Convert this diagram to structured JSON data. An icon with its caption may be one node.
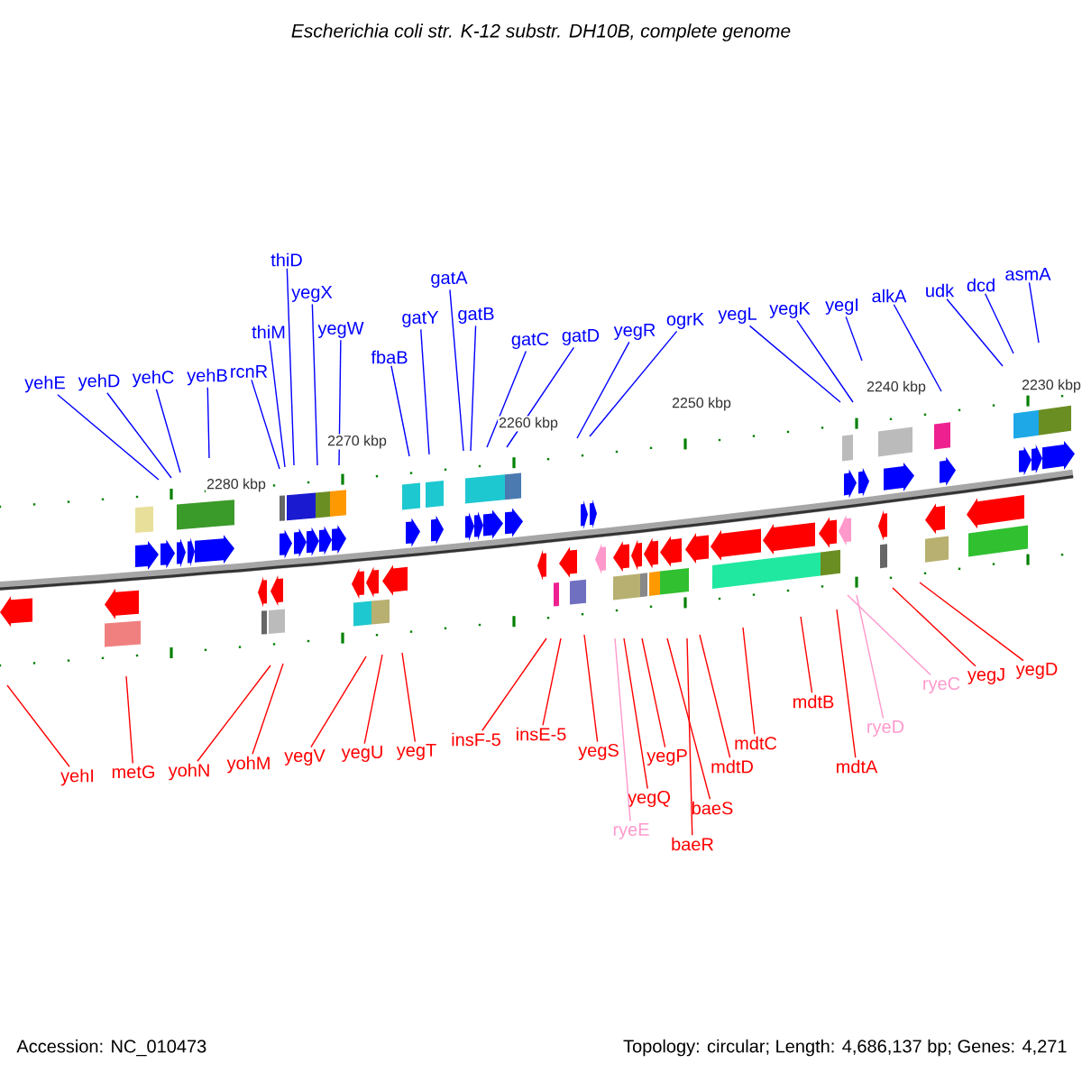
{
  "diagram": {
    "title": "Escherichia coli str. K-12 substr. DH10B, complete genome",
    "nodes": [
      {
        "text": [
          "yehE"
        ]
      },
      {
        "text": [
          "yehD"
        ]
      },
      {
        "text": [
          "yehC"
        ]
      },
      {
        "text": [
          "yehB"
        ]
      },
      {
        "text": [
          "rcnR"
        ]
      },
      {
        "text": [
          "thiM"
        ]
      },
      {
        "text": [
          "thiD"
        ]
      },
      {
        "text": [
          "yegX"
        ]
      },
      {
        "text": [
          "yegW"
        ]
      },
      {
        "text": [
          "fbaB"
        ]
      },
      {
        "text": [
          "gatY"
        ]
      },
      {
        "text": [
          "gatA"
        ]
      },
      {
        "text": [
          "gatB"
        ]
      },
      {
        "text": [
          "gatC"
        ]
      },
      {
        "text": [
          "gatD"
        ]
      },
      {
        "text": [
          "yegR"
        ]
      },
      {
        "text": [
          "ogrK"
        ]
      },
      {
        "text": [
          "yegL"
        ]
      },
      {
        "text": [
          "yegK"
        ]
      },
      {
        "text": [
          "yegI"
        ]
      },
      {
        "text": [
          "alkA"
        ]
      },
      {
        "text": [
          "udk"
        ]
      },
      {
        "text": [
          "dcd"
        ]
      },
      {
        "text": [
          "asmA"
        ]
      },
      {
        "text": [
          "yehI"
        ]
      },
      {
        "text": [
          "metG"
        ]
      },
      {
        "text": [
          "yohN"
        ]
      },
      {
        "text": [
          "yohM"
        ]
      },
      {
        "text": [
          "yegV"
        ]
      },
      {
        "text": [
          "yegU"
        ]
      },
      {
        "text": [
          "yegT"
        ]
      },
      {
        "text": [
          "insF-5"
        ]
      },
      {
        "text": [
          "insE-5"
        ]
      },
      {
        "text": [
          "yegS"
        ]
      },
      {
        "text": [
          "ryeE"
        ]
      },
      {
        "text": [
          "yegQ"
        ]
      },
      {
        "text": [
          "yegP"
        ]
      },
      {
        "text": [
          "baeR"
        ]
      },
      {
        "text": [
          "baeS"
        ]
      },
      {
        "text": [
          "mdtD"
        ]
      },
      {
        "text": [
          "mdtC"
        ]
      },
      {
        "text": [
          "mdtB"
        ]
      },
      {
        "text": [
          "mdtA"
        ]
      },
      {
        "text": [
          "ryeD"
        ]
      },
      {
        "text": [
          "ryeC"
        ]
      },
      {
        "text": [
          "yegJ"
        ]
      },
      {
        "text": [
          "yegD"
        ]
      }
    ],
    "edges": [
      {
        "from": 0,
        "to": null,
        "arrow": "none"
      },
      {
        "from": 1,
        "to": null,
        "arrow": "none"
      },
      {
        "from": 2,
        "to": null,
        "arrow": "none"
      },
      {
        "from": 3,
        "to": null,
        "arrow": "none"
      },
      {
        "from": 4,
        "to": null,
        "arrow": "none"
      },
      {
        "from": 5,
        "to": null,
        "arrow": "none"
      },
      {
        "from": 6,
        "to": null,
        "arrow": "none"
      },
      {
        "from": 7,
        "to": null,
        "arrow": "none"
      },
      {
        "from": 8,
        "to": null,
        "arrow": "none"
      },
      {
        "from": 9,
        "to": null,
        "arrow": "none"
      },
      {
        "from": 10,
        "to": null,
        "arrow": "none"
      },
      {
        "from": 11,
        "to": null,
        "arrow": "none"
      },
      {
        "from": 12,
        "to": null,
        "arrow": "none"
      },
      {
        "from": 13,
        "to": null,
        "arrow": "none"
      },
      {
        "from": 14,
        "to": null,
        "arrow": "none"
      },
      {
        "from": 15,
        "to": null,
        "arrow": "none"
      },
      {
        "from": 16,
        "to": null,
        "arrow": "none"
      },
      {
        "from": 17,
        "to": null,
        "arrow": "none"
      },
      {
        "from": 18,
        "to": null,
        "arrow": "none"
      },
      {
        "from": 19,
        "to": null,
        "arrow": "none"
      },
      {
        "from": 20,
        "to": null,
        "arrow": "none"
      },
      {
        "from": 21,
        "to": null,
        "arrow": "none"
      },
      {
        "from": 22,
        "to": null,
        "arrow": "none"
      },
      {
        "from": 23,
        "to": null,
        "arrow": "none"
      },
      {
        "from": 24,
        "to": null,
        "arrow": "none",
        "color": "#ff0000"
      },
      {
        "from": 25,
        "to": null,
        "arrow": "none",
        "color": "#ff0000"
      },
      {
        "from": 26,
        "to": null,
        "arrow": "none",
        "color": "#ff0000"
      },
      {
        "from": 27,
        "to": null,
        "arrow": "none",
        "color": "#ff0000"
      },
      {
        "from": 28,
        "to": null,
        "arrow": "none",
        "color": "#ff0000"
      },
      {
        "from": 29,
        "to": null,
        "arrow": "none",
        "color": "#ff0000"
      },
      {
        "from": 30,
        "to": null,
        "arrow": "none",
        "color": "#ff0000"
      },
      {
        "from": 31,
        "to": null,
        "arrow": "none",
        "color": "#ff0000"
      },
      {
        "from": 32,
        "to": null,
        "arrow": "none",
        "color": "#ff0000"
      },
      {
        "from": 33,
        "to": null,
        "arrow": "none",
        "color": "#ff0000"
      },
      {
        "from": 34,
        "to": null,
        "arrow": "none",
        "color": "#ff99cc"
      },
      {
        "from": 35,
        "to": null,
        "arrow": "none",
        "color": "#ff0000"
      },
      {
        "from": 36,
        "to": null,
        "arrow": "none",
        "color": "#ff0000"
      },
      {
        "from": 37,
        "to": null,
        "arrow": "none",
        "color": "#ff0000"
      },
      {
        "from": 38,
        "to": null,
        "arrow": "none",
        "color": "#ff0000"
      },
      {
        "from": 39,
        "to": null,
        "arrow": "none",
        "color": "#ff0000"
      },
      {
        "from": 40,
        "to": null,
        "arrow": "none",
        "color": "#ff0000"
      },
      {
        "from": 41,
        "to": null,
        "arrow": "none",
        "color": "#ff0000"
      },
      {
        "from": 42,
        "to": null,
        "arrow": "none",
        "color": "#ff0000"
      },
      {
        "from": 43,
        "to": null,
        "arrow": "none",
        "color": "#ff99cc"
      },
      {
        "from": 44,
        "to": null,
        "arrow": "none",
        "color": "#ff99cc"
      },
      {
        "from": 45,
        "to": null,
        "arrow": "none",
        "color": "#ff0000"
      },
      {
        "from": 46,
        "to": null,
        "arrow": "none",
        "color": "#ff0000"
      }
    ],
    "labels": [
      "2280 kbp",
      "2270 kbp",
      "2260 kbp",
      "2250 kbp",
      "2240 kbp",
      "2230 kbp",
      "Accession: NC_010473",
      "Topology: circular; Length: 4,686,137 bp; Genes: 4,271"
    ]
  }
}
